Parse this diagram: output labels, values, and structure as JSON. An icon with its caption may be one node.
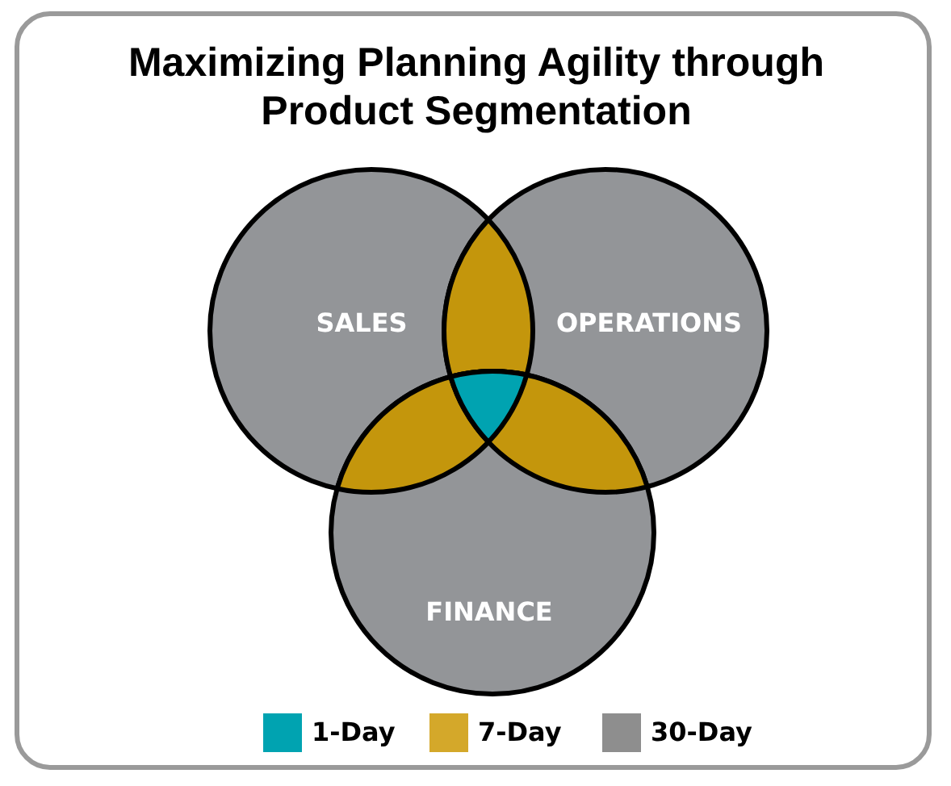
{
  "diagram": {
    "title": "Maximizing Planning Agility through Product Segmentation",
    "nodes": [
      {
        "text": [
          "SALES"
        ]
      },
      {
        "text": [
          "OPERATIONS"
        ]
      },
      {
        "text": [
          "FINANCE"
        ]
      }
    ],
    "legend": [
      {
        "text": "1-Day",
        "color": "#00a3b1"
      },
      {
        "text": "7-Day",
        "color": "#d4a82a"
      },
      {
        "text": "30-Day",
        "color": "#8e8e8e"
      }
    ]
  }
}
